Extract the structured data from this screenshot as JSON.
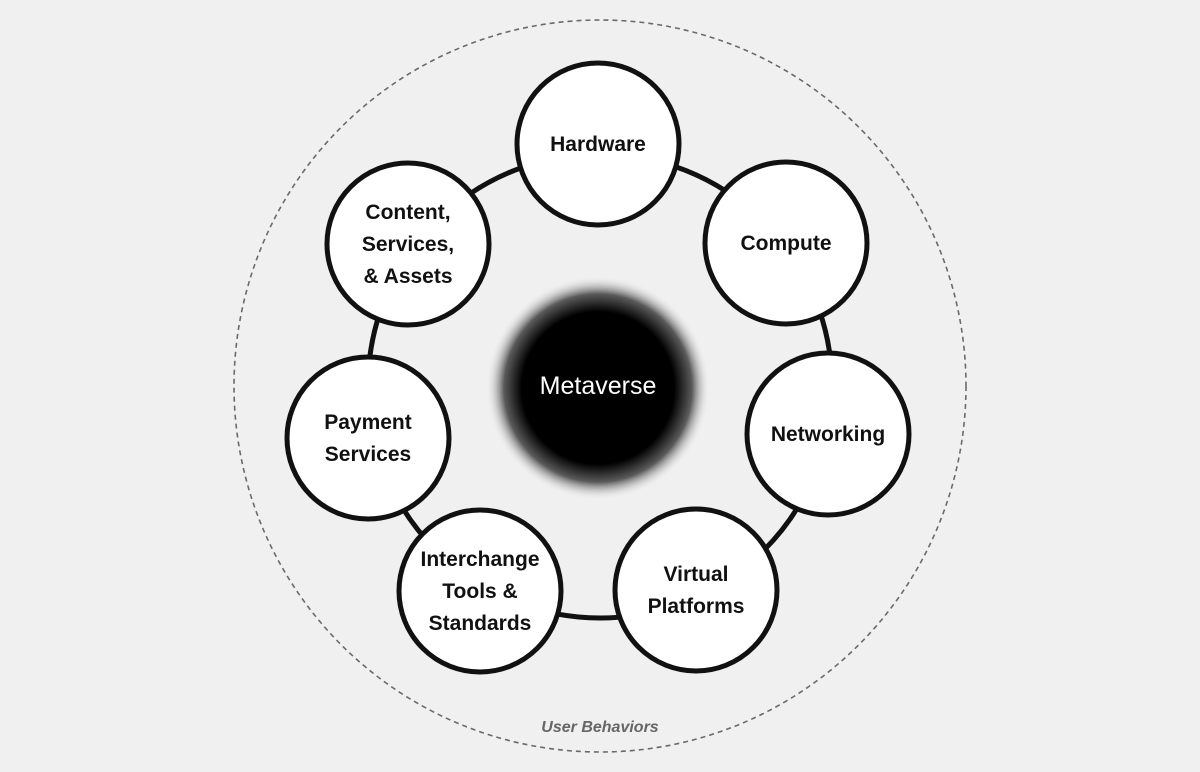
{
  "diagram": {
    "center": {
      "label": "Metaverse"
    },
    "outer_ring": {
      "label": "User Behaviors"
    },
    "nodes": [
      {
        "id": "hardware",
        "lines": [
          "Hardware"
        ]
      },
      {
        "id": "compute",
        "lines": [
          "Compute"
        ]
      },
      {
        "id": "networking",
        "lines": [
          "Networking"
        ]
      },
      {
        "id": "virtual-platforms",
        "lines": [
          "Virtual",
          "Platforms"
        ]
      },
      {
        "id": "interchange-tools-standards",
        "lines": [
          "Interchange",
          "Tools &",
          "Standards"
        ]
      },
      {
        "id": "payment-services",
        "lines": [
          "Payment",
          "Services"
        ]
      },
      {
        "id": "content-services-assets",
        "lines": [
          "Content,",
          "Services,",
          "& Assets"
        ]
      }
    ]
  }
}
